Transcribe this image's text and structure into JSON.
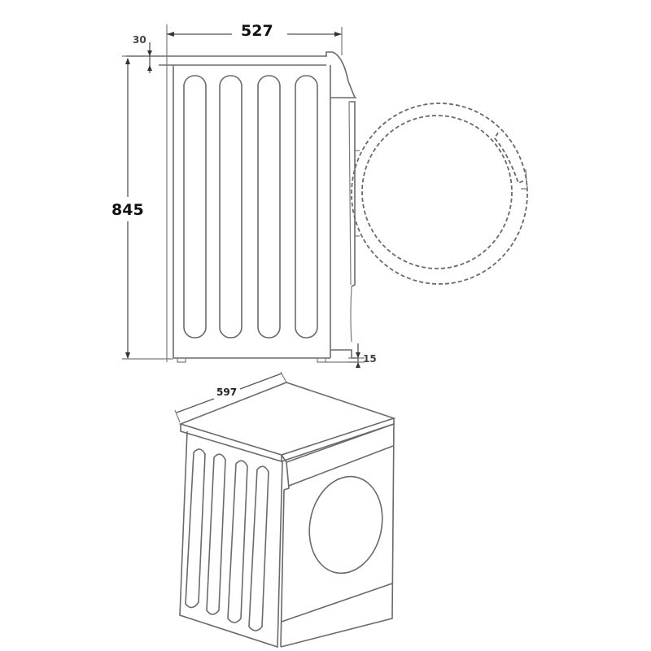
{
  "diagram": {
    "subject": "Appliance dimension drawing (side elevation and isometric view)",
    "units": "mm",
    "side_view": {
      "dimensions": {
        "depth": "527",
        "height": "845",
        "top_offset": "30",
        "foot_height": "15"
      },
      "side_panel_slots": 4,
      "door_swing": "dashed circle showing door opening"
    },
    "isometric_view": {
      "dimensions": {
        "width": "597"
      },
      "side_panel_slots": 4,
      "front_features": [
        "round door",
        "top control band",
        "bottom kick plate"
      ]
    },
    "colors": {
      "line": "#6a6a6a",
      "text": "#111111",
      "background": "#ffffff"
    }
  }
}
